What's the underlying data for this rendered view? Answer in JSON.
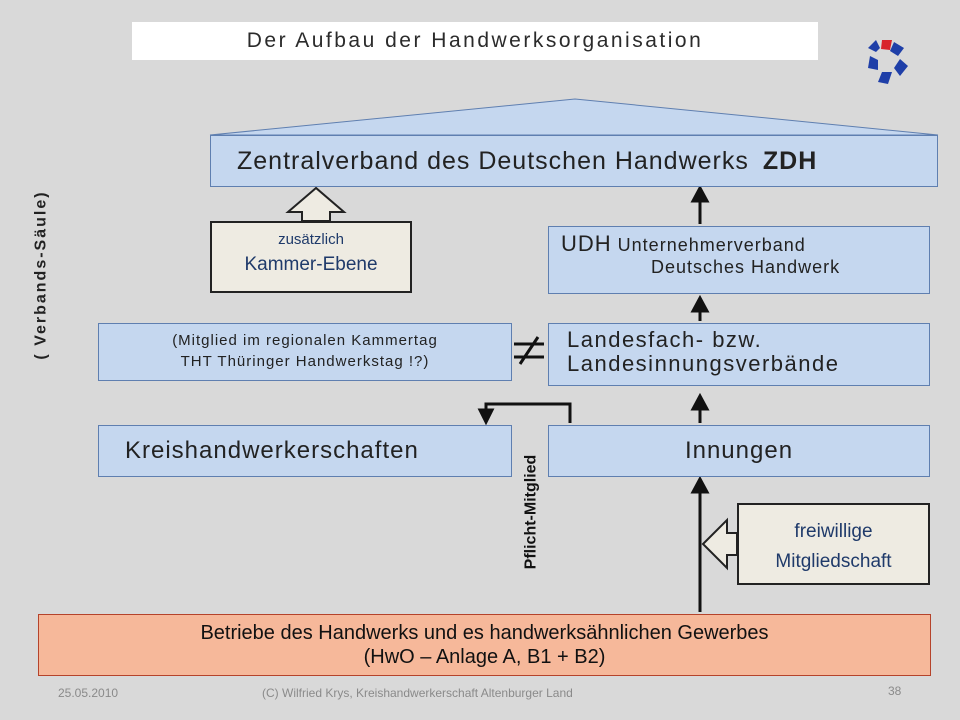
{
  "title": "Der Aufbau der Handwerksorganisation",
  "boxes": {
    "zdh_text": "Zentralverband des Deutschen Handwerks",
    "zdh_abbr": "ZDH",
    "udh_abbr": "UDH",
    "udh_line1": "Unternehmerverband",
    "udh_line2": "Deutsches Handwerk",
    "landes_line1": "Landesfach- bzw.",
    "landes_line2": "Landesinnungsverbände",
    "mitglied_line1": "(Mitglied im regionalen Kammertag",
    "mitglied_line2": "THT Thüringer Handwerkstag !?)",
    "kreis": "Kreishandwerkerschaften",
    "innungen": "Innungen",
    "kammer_line1": "zusätzlich",
    "kammer_line2": "Kammer-Ebene",
    "frei_line1": "freiwillige",
    "frei_line2": "Mitgliedschaft",
    "betriebe_line1": "Betriebe des Handwerks und es handwerksähnlichen Gewerbes",
    "betriebe_line2": "(HwO – Anlage A, B1 + B2)"
  },
  "labels": {
    "verbands_saeule": "( Verbands-Säule)",
    "pflicht_mitglied": "Pflicht-Mitglied"
  },
  "footer": {
    "date": "25.05.2010",
    "copyright": "(C) Wilfried Krys, Kreishandwerkerschaft Altenburger Land",
    "page": "38"
  },
  "colors": {
    "blue_box": "#c5d7ef",
    "cream_box": "#eeebe2",
    "orange_box": "#f6b89a",
    "logo_blue": "#1f3fa8",
    "logo_red": "#d8232a"
  },
  "icons": {
    "logo": "handwerk-logo-icon"
  }
}
